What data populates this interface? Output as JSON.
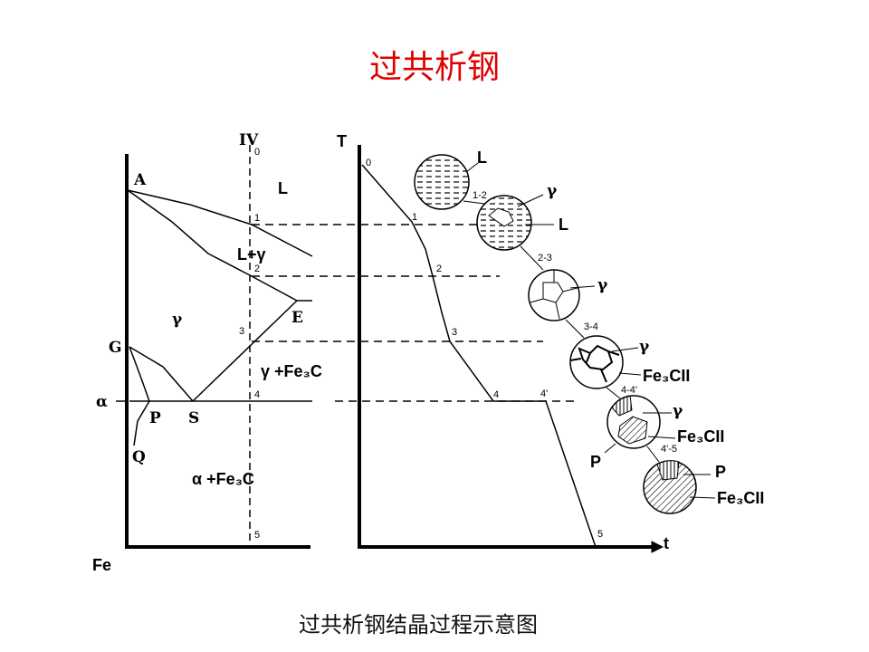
{
  "title": "过共析钢",
  "caption": "过共析钢结晶过程示意图",
  "phase_diagram": {
    "line_label": "IV",
    "axis_origin_label": "Fe",
    "points": {
      "A": "A",
      "G": "G",
      "E": "E",
      "P": "P",
      "S": "S",
      "Q": "Q",
      "alpha": "α"
    },
    "regions": {
      "L": "L",
      "L_gamma": "L+γ",
      "gamma": "γ",
      "gamma_fe3c": "γ +Fe₃C",
      "alpha_fe3c": "α +Fe₃C"
    },
    "marks": [
      "0",
      "1",
      "2",
      "3",
      "4",
      "5"
    ]
  },
  "cooling_curve": {
    "y_axis": "T",
    "x_axis": "t",
    "marks": [
      "0",
      "1",
      "2",
      "3",
      "4",
      "4'",
      "5"
    ]
  },
  "microstructures": [
    {
      "stage": "",
      "labels": [
        "L"
      ]
    },
    {
      "stage": "1-2",
      "labels": [
        "γ",
        "L"
      ]
    },
    {
      "stage": "2-3",
      "labels": [
        "γ"
      ]
    },
    {
      "stage": "3-4",
      "labels": [
        "γ",
        "Fe₃CII"
      ]
    },
    {
      "stage": "4-4'",
      "labels": [
        "γ",
        "Fe₃CII",
        "P"
      ]
    },
    {
      "stage": "4'-5",
      "labels": [
        "P",
        "Fe₃CII"
      ]
    }
  ]
}
